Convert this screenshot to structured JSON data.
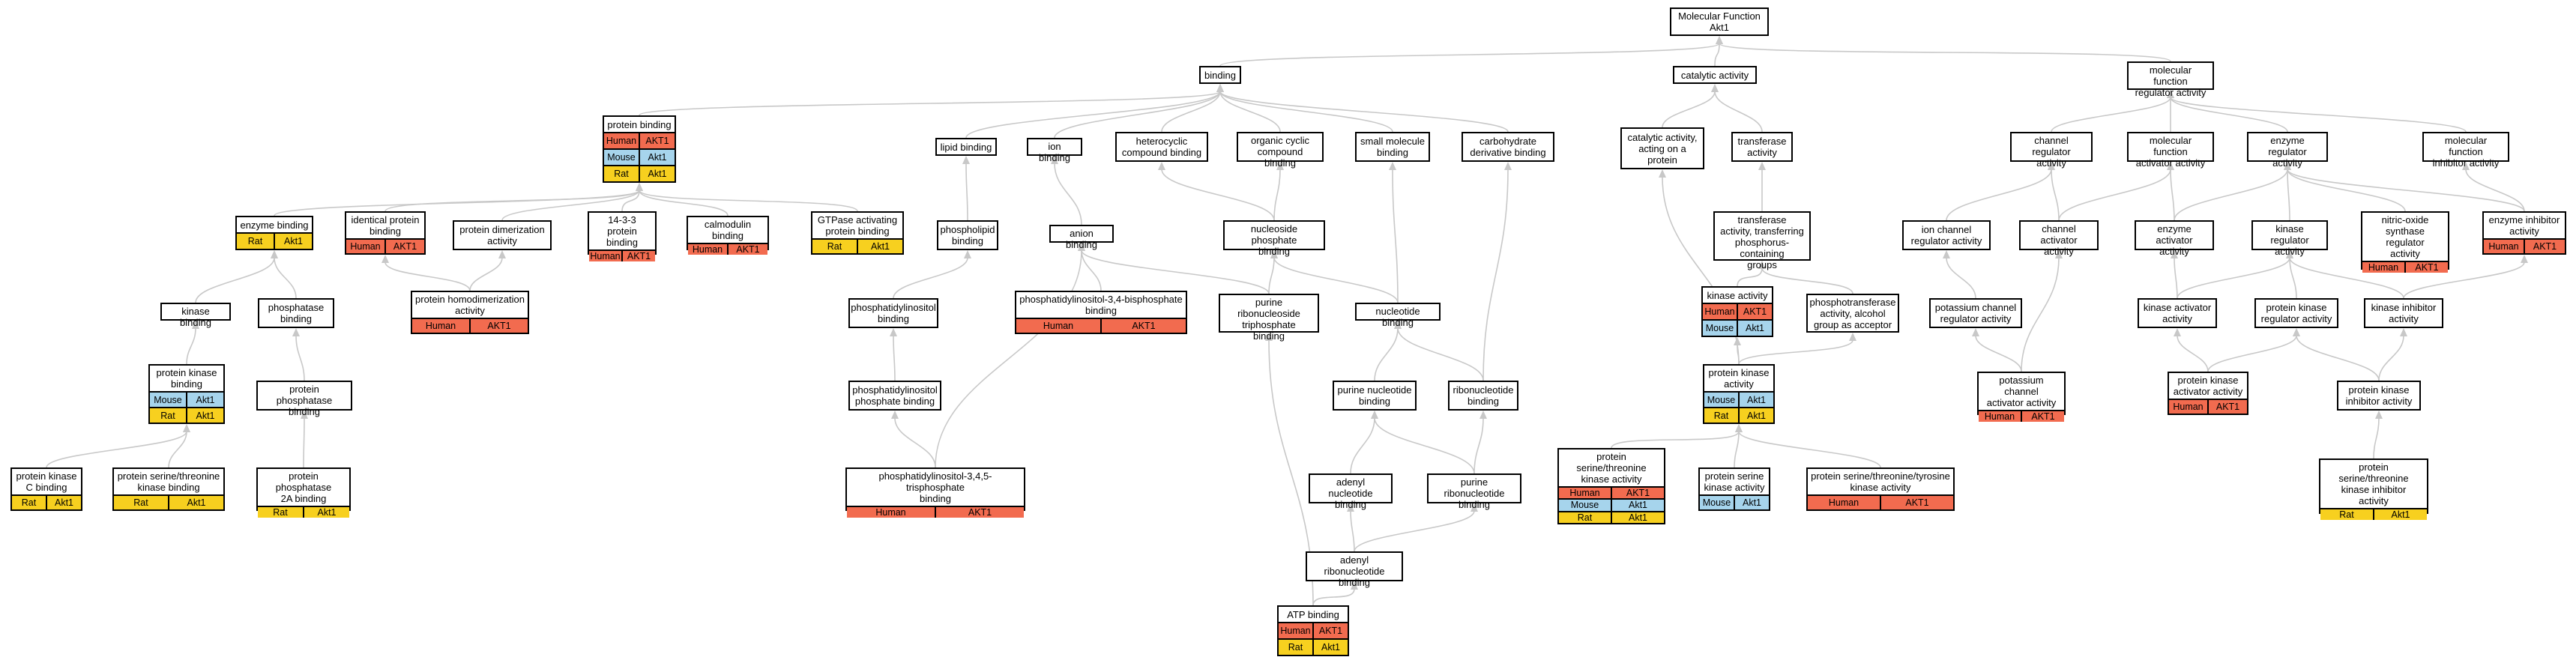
{
  "species_colors": {
    "Human": "#f26b4f",
    "Mouse": "#a6d4ec",
    "Rat": "#f7d01f"
  },
  "edge_color": "#c8c8c8",
  "nodes": [
    {
      "id": "molecular_function",
      "label": "Molecular Function\nAkt1",
      "annotations": []
    },
    {
      "id": "binding",
      "label": "binding",
      "annotations": []
    },
    {
      "id": "catalytic_activity",
      "label": "catalytic activity",
      "annotations": []
    },
    {
      "id": "mf_regulator",
      "label": "molecular function\nregulator activity",
      "annotations": []
    },
    {
      "id": "protein_binding",
      "label": "protein binding",
      "annotations": [
        {
          "species": "Human",
          "gene": "AKT1"
        },
        {
          "species": "Mouse",
          "gene": "Akt1"
        },
        {
          "species": "Rat",
          "gene": "Akt1"
        }
      ]
    },
    {
      "id": "lipid_binding",
      "label": "lipid binding",
      "annotations": []
    },
    {
      "id": "ion_binding",
      "label": "ion binding",
      "annotations": []
    },
    {
      "id": "heterocyclic",
      "label": "heterocyclic\ncompound binding",
      "annotations": []
    },
    {
      "id": "organic_cyclic",
      "label": "organic cyclic\ncompound binding",
      "annotations": []
    },
    {
      "id": "small_molecule",
      "label": "small molecule\nbinding",
      "annotations": []
    },
    {
      "id": "carbohydrate_deriv",
      "label": "carbohydrate\nderivative binding",
      "annotations": []
    },
    {
      "id": "catalytic_on_protein",
      "label": "catalytic activity,\nacting on a\nprotein",
      "annotations": []
    },
    {
      "id": "transferase",
      "label": "transferase\nactivity",
      "annotations": []
    },
    {
      "id": "channel_regulator",
      "label": "channel regulator\nactivity",
      "annotations": []
    },
    {
      "id": "mf_activator",
      "label": "molecular function\nactivator activity",
      "annotations": []
    },
    {
      "id": "enzyme_regulator",
      "label": "enzyme regulator\nactivity",
      "annotations": []
    },
    {
      "id": "mf_inhibitor",
      "label": "molecular function\ninhibitor activity",
      "annotations": []
    },
    {
      "id": "enzyme_binding",
      "label": "enzyme binding",
      "annotations": [
        {
          "species": "Rat",
          "gene": "Akt1"
        }
      ]
    },
    {
      "id": "identical_protein",
      "label": "identical protein\nbinding",
      "annotations": [
        {
          "species": "Human",
          "gene": "AKT1"
        }
      ]
    },
    {
      "id": "protein_dimerization",
      "label": "protein dimerization\nactivity",
      "annotations": []
    },
    {
      "id": "1433_binding",
      "label": "14-3-3 protein\nbinding",
      "annotations": [
        {
          "species": "Human",
          "gene": "AKT1"
        }
      ]
    },
    {
      "id": "calmodulin",
      "label": "calmodulin binding",
      "annotations": [
        {
          "species": "Human",
          "gene": "AKT1"
        }
      ]
    },
    {
      "id": "gtpase_activating",
      "label": "GTPase activating\nprotein binding",
      "annotations": [
        {
          "species": "Rat",
          "gene": "Akt1"
        }
      ]
    },
    {
      "id": "phospholipid",
      "label": "phospholipid\nbinding",
      "annotations": []
    },
    {
      "id": "anion_binding",
      "label": "anion binding",
      "annotations": []
    },
    {
      "id": "nucleoside_phosphate",
      "label": "nucleoside phosphate\nbinding",
      "annotations": []
    },
    {
      "id": "transferase_phosphorus",
      "label": "transferase\nactivity, transferring\nphosphorus-containing\ngroups",
      "annotations": []
    },
    {
      "id": "ion_channel_reg",
      "label": "ion channel\nregulator activity",
      "annotations": []
    },
    {
      "id": "channel_activator",
      "label": "channel activator\nactivity",
      "annotations": []
    },
    {
      "id": "enzyme_activator",
      "label": "enzyme activator\nactivity",
      "annotations": []
    },
    {
      "id": "kinase_regulator",
      "label": "kinase regulator\nactivity",
      "annotations": []
    },
    {
      "id": "no_synthase_reg",
      "label": "nitric-oxide\nsynthase regulator\nactivity",
      "annotations": [
        {
          "species": "Human",
          "gene": "AKT1"
        }
      ]
    },
    {
      "id": "enzyme_inhibitor",
      "label": "enzyme inhibitor\nactivity",
      "annotations": [
        {
          "species": "Human",
          "gene": "AKT1"
        }
      ]
    },
    {
      "id": "kinase_binding",
      "label": "kinase binding",
      "annotations": []
    },
    {
      "id": "phosphatase_binding",
      "label": "phosphatase\nbinding",
      "annotations": []
    },
    {
      "id": "homodimerization",
      "label": "protein homodimerization\nactivity",
      "annotations": [
        {
          "species": "Human",
          "gene": "AKT1"
        }
      ]
    },
    {
      "id": "phosphatidylinositol",
      "label": "phosphatidylinositol\nbinding",
      "annotations": []
    },
    {
      "id": "pi34bp",
      "label": "phosphatidylinositol-3,4-bisphosphate\nbinding",
      "annotations": [
        {
          "species": "Human",
          "gene": "AKT1"
        }
      ]
    },
    {
      "id": "purine_ribo_tp",
      "label": "purine ribonucleoside\ntriphosphate\nbinding",
      "annotations": []
    },
    {
      "id": "nucleotide_binding",
      "label": "nucleotide binding",
      "annotations": []
    },
    {
      "id": "kinase_activity",
      "label": "kinase activity",
      "annotations": [
        {
          "species": "Human",
          "gene": "AKT1"
        },
        {
          "species": "Mouse",
          "gene": "Akt1"
        }
      ]
    },
    {
      "id": "phosphotransferase",
      "label": "phosphotransferase\nactivity, alcohol\ngroup as acceptor",
      "annotations": []
    },
    {
      "id": "potassium_channel_reg",
      "label": "potassium channel\nregulator activity",
      "annotations": []
    },
    {
      "id": "kinase_activator",
      "label": "kinase activator\nactivity",
      "annotations": []
    },
    {
      "id": "protein_kinase_reg",
      "label": "protein kinase\nregulator activity",
      "annotations": []
    },
    {
      "id": "kinase_inhibitor",
      "label": "kinase inhibitor\nactivity",
      "annotations": []
    },
    {
      "id": "protein_kinase_binding",
      "label": "protein kinase\nbinding",
      "annotations": [
        {
          "species": "Mouse",
          "gene": "Akt1"
        },
        {
          "species": "Rat",
          "gene": "Akt1"
        }
      ]
    },
    {
      "id": "protein_phosphatase",
      "label": "protein phosphatase\nbinding",
      "annotations": []
    },
    {
      "id": "pi_phosphate",
      "label": "phosphatidylinositol\nphosphate binding",
      "annotations": []
    },
    {
      "id": "purine_nucleotide",
      "label": "purine nucleotide\nbinding",
      "annotations": []
    },
    {
      "id": "ribonucleotide",
      "label": "ribonucleotide\nbinding",
      "annotations": []
    },
    {
      "id": "protein_kinase_activity",
      "label": "protein kinase\nactivity",
      "annotations": [
        {
          "species": "Mouse",
          "gene": "Akt1"
        },
        {
          "species": "Rat",
          "gene": "Akt1"
        }
      ]
    },
    {
      "id": "potassium_channel_act",
      "label": "potassium channel\nactivator activity",
      "annotations": [
        {
          "species": "Human",
          "gene": "AKT1"
        }
      ]
    },
    {
      "id": "protein_kinase_activator",
      "label": "protein kinase\nactivator activity",
      "annotations": [
        {
          "species": "Human",
          "gene": "AKT1"
        }
      ]
    },
    {
      "id": "protein_kinase_inhibitor",
      "label": "protein kinase\ninhibitor activity",
      "annotations": []
    },
    {
      "id": "pkc_binding",
      "label": "protein kinase\nC binding",
      "annotations": [
        {
          "species": "Rat",
          "gene": "Akt1"
        }
      ]
    },
    {
      "id": "ser_thr_kinase_binding",
      "label": "protein serine/threonine\nkinase binding",
      "annotations": [
        {
          "species": "Rat",
          "gene": "Akt1"
        }
      ]
    },
    {
      "id": "pp2a_binding",
      "label": "protein phosphatase\n2A binding",
      "annotations": [
        {
          "species": "Rat",
          "gene": "Akt1"
        }
      ]
    },
    {
      "id": "pi345tp",
      "label": "phosphatidylinositol-3,4,5-trisphosphate\nbinding",
      "annotations": [
        {
          "species": "Human",
          "gene": "AKT1"
        }
      ]
    },
    {
      "id": "adenyl_nucleotide",
      "label": "adenyl nucleotide\nbinding",
      "annotations": []
    },
    {
      "id": "purine_ribonucleotide",
      "label": "purine ribonucleotide\nbinding",
      "annotations": []
    },
    {
      "id": "ser_thr_kinase",
      "label": "protein serine/threonine\nkinase activity",
      "annotations": [
        {
          "species": "Human",
          "gene": "AKT1"
        },
        {
          "species": "Mouse",
          "gene": "Akt1"
        },
        {
          "species": "Rat",
          "gene": "Akt1"
        }
      ]
    },
    {
      "id": "ser_kinase",
      "label": "protein serine\nkinase activity",
      "annotations": [
        {
          "species": "Mouse",
          "gene": "Akt1"
        }
      ]
    },
    {
      "id": "ser_thr_tyr_kinase",
      "label": "protein serine/threonine/tyrosine\nkinase activity",
      "annotations": [
        {
          "species": "Human",
          "gene": "AKT1"
        }
      ]
    },
    {
      "id": "ser_thr_kinase_inhibitor",
      "label": "protein serine/threonine\nkinase inhibitor\nactivity",
      "annotations": [
        {
          "species": "Rat",
          "gene": "Akt1"
        }
      ]
    },
    {
      "id": "adenyl_ribonucleotide",
      "label": "adenyl ribonucleotide\nbinding",
      "annotations": []
    },
    {
      "id": "atp_binding",
      "label": "ATP binding",
      "annotations": [
        {
          "species": "Human",
          "gene": "AKT1"
        },
        {
          "species": "Rat",
          "gene": "Akt1"
        }
      ]
    }
  ],
  "edges": [
    [
      "binding",
      "molecular_function"
    ],
    [
      "catalytic_activity",
      "molecular_function"
    ],
    [
      "mf_regulator",
      "molecular_function"
    ],
    [
      "protein_binding",
      "binding"
    ],
    [
      "lipid_binding",
      "binding"
    ],
    [
      "ion_binding",
      "binding"
    ],
    [
      "heterocyclic",
      "binding"
    ],
    [
      "organic_cyclic",
      "binding"
    ],
    [
      "small_molecule",
      "binding"
    ],
    [
      "carbohydrate_deriv",
      "binding"
    ],
    [
      "catalytic_on_protein",
      "catalytic_activity"
    ],
    [
      "transferase",
      "catalytic_activity"
    ],
    [
      "channel_regulator",
      "mf_regulator"
    ],
    [
      "mf_activator",
      "mf_regulator"
    ],
    [
      "enzyme_regulator",
      "mf_regulator"
    ],
    [
      "mf_inhibitor",
      "mf_regulator"
    ],
    [
      "enzyme_binding",
      "protein_binding"
    ],
    [
      "identical_protein",
      "protein_binding"
    ],
    [
      "protein_dimerization",
      "protein_binding"
    ],
    [
      "1433_binding",
      "protein_binding"
    ],
    [
      "calmodulin",
      "protein_binding"
    ],
    [
      "gtpase_activating",
      "protein_binding"
    ],
    [
      "phospholipid",
      "lipid_binding"
    ],
    [
      "anion_binding",
      "ion_binding"
    ],
    [
      "nucleoside_phosphate",
      "heterocyclic"
    ],
    [
      "nucleoside_phosphate",
      "organic_cyclic"
    ],
    [
      "transferase_phosphorus",
      "transferase"
    ],
    [
      "ion_channel_reg",
      "channel_regulator"
    ],
    [
      "channel_activator",
      "channel_regulator"
    ],
    [
      "channel_activator",
      "mf_activator"
    ],
    [
      "enzyme_activator",
      "enzyme_regulator"
    ],
    [
      "enzyme_activator",
      "mf_activator"
    ],
    [
      "kinase_regulator",
      "enzyme_regulator"
    ],
    [
      "no_synthase_reg",
      "enzyme_regulator"
    ],
    [
      "enzyme_inhibitor",
      "enzyme_regulator"
    ],
    [
      "enzyme_inhibitor",
      "mf_inhibitor"
    ],
    [
      "kinase_binding",
      "enzyme_binding"
    ],
    [
      "phosphatase_binding",
      "enzyme_binding"
    ],
    [
      "homodimerization",
      "protein_dimerization"
    ],
    [
      "homodimerization",
      "identical_protein"
    ],
    [
      "phosphatidylinositol",
      "phospholipid"
    ],
    [
      "pi34bp",
      "anion_binding"
    ],
    [
      "purine_ribo_tp",
      "anion_binding"
    ],
    [
      "purine_ribo_tp",
      "nucleoside_phosphate"
    ],
    [
      "nucleotide_binding",
      "nucleoside_phosphate"
    ],
    [
      "nucleotide_binding",
      "small_molecule"
    ],
    [
      "kinase_activity",
      "transferase_phosphorus"
    ],
    [
      "phosphotransferase",
      "transferase_phosphorus"
    ],
    [
      "potassium_channel_reg",
      "ion_channel_reg"
    ],
    [
      "kinase_activator",
      "enzyme_activator"
    ],
    [
      "kinase_activator",
      "kinase_regulator"
    ],
    [
      "protein_kinase_reg",
      "kinase_regulator"
    ],
    [
      "kinase_inhibitor",
      "kinase_regulator"
    ],
    [
      "kinase_inhibitor",
      "enzyme_inhibitor"
    ],
    [
      "protein_kinase_binding",
      "kinase_binding"
    ],
    [
      "protein_phosphatase",
      "phosphatase_binding"
    ],
    [
      "pi_phosphate",
      "phosphatidylinositol"
    ],
    [
      "purine_nucleotide",
      "nucleotide_binding"
    ],
    [
      "ribonucleotide",
      "nucleotide_binding"
    ],
    [
      "ribonucleotide",
      "carbohydrate_deriv"
    ],
    [
      "protein_kinase_activity",
      "kinase_activity"
    ],
    [
      "protein_kinase_activity",
      "phosphotransferase"
    ],
    [
      "protein_kinase_activity",
      "catalytic_on_protein"
    ],
    [
      "potassium_channel_act",
      "potassium_channel_reg"
    ],
    [
      "potassium_channel_act",
      "channel_activator"
    ],
    [
      "protein_kinase_activator",
      "kinase_activator"
    ],
    [
      "protein_kinase_activator",
      "protein_kinase_reg"
    ],
    [
      "protein_kinase_inhibitor",
      "protein_kinase_reg"
    ],
    [
      "protein_kinase_inhibitor",
      "kinase_inhibitor"
    ],
    [
      "pkc_binding",
      "protein_kinase_binding"
    ],
    [
      "ser_thr_kinase_binding",
      "protein_kinase_binding"
    ],
    [
      "pp2a_binding",
      "protein_phosphatase"
    ],
    [
      "pi345tp",
      "pi_phosphate"
    ],
    [
      "pi345tp",
      "anion_binding"
    ],
    [
      "adenyl_nucleotide",
      "purine_nucleotide"
    ],
    [
      "purine_ribonucleotide",
      "purine_nucleotide"
    ],
    [
      "purine_ribonucleotide",
      "ribonucleotide"
    ],
    [
      "ser_thr_kinase",
      "protein_kinase_activity"
    ],
    [
      "ser_kinase",
      "protein_kinase_activity"
    ],
    [
      "ser_thr_tyr_kinase",
      "protein_kinase_activity"
    ],
    [
      "ser_thr_kinase_inhibitor",
      "protein_kinase_inhibitor"
    ],
    [
      "adenyl_ribonucleotide",
      "adenyl_nucleotide"
    ],
    [
      "adenyl_ribonucleotide",
      "purine_ribonucleotide"
    ],
    [
      "atp_binding",
      "adenyl_ribonucleotide"
    ],
    [
      "atp_binding",
      "purine_ribo_tp"
    ]
  ]
}
